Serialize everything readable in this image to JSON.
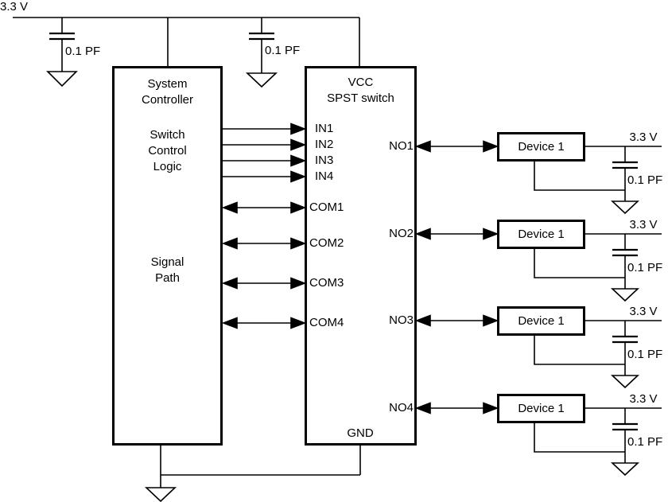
{
  "colors": {
    "line": "#000000",
    "background": "#ffffff"
  },
  "power_rail": {
    "label": "3.3 V",
    "capacitors": [
      "0.1 PF",
      "0.1 PF"
    ]
  },
  "system_controller": {
    "title": [
      "System",
      "Controller"
    ],
    "switch_control_logic": [
      "Switch",
      "Control",
      "Logic"
    ],
    "signal_path": [
      "Signal",
      "Path"
    ]
  },
  "spst_switch": {
    "title": [
      "VCC",
      "SPST switch"
    ],
    "in_pins": [
      "IN1",
      "IN2",
      "IN3",
      "IN4"
    ],
    "com_pins": [
      "COM1",
      "COM2",
      "COM3",
      "COM4"
    ],
    "no_pins": [
      "NO1",
      "NO2",
      "NO3",
      "NO4"
    ],
    "gnd_pin": "GND"
  },
  "devices": [
    {
      "label": "Device 1",
      "supply": "3.3 V",
      "capacitor": "0.1 PF"
    },
    {
      "label": "Device 1",
      "supply": "3.3 V",
      "capacitor": "0.1 PF"
    },
    {
      "label": "Device 1",
      "supply": "3.3 V",
      "capacitor": "0.1 PF"
    },
    {
      "label": "Device 1",
      "supply": "3.3 V",
      "capacitor": "0.1 PF"
    }
  ]
}
